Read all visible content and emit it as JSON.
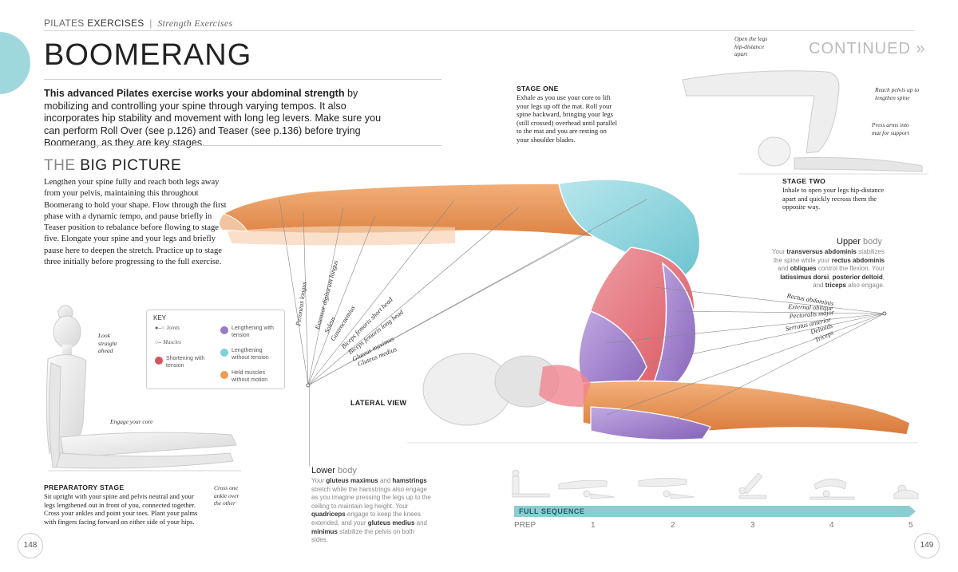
{
  "header": {
    "section_light": "PILATES",
    "section_bold": "EXERCISES",
    "separator": "|",
    "subsection": "Strength Exercises"
  },
  "title": "BOOMERANG",
  "continued": "CONTINUED »",
  "intro": {
    "bold": "This advanced Pilates exercise works your abdominal strength",
    "rest": " by mobilizing and controlling your spine through varying tempos. It also incorporates hip stability and movement with long leg levers. Make sure you can perform Roll Over (see p.126) and Teaser (see p.136) before trying Boomerang, as they are key stages."
  },
  "big_picture": {
    "title_light": "THE",
    "title_dark": "BIG PICTURE",
    "body": "Lengthen your spine fully and reach both legs away from your pelvis, maintaining this throughout Boomerang to hold your shape. Flow through the first phase with a dynamic tempo, and pause briefly in Teaser position to rebalance before flowing to stage five. Elongate your spine and your legs and briefly pause here to deepen the stretch. Practice up to stage three initially before progressing to the full exercise."
  },
  "key": {
    "title": "KEY",
    "joints": "Joints",
    "muscles": "Muscles",
    "shortening": "Shortening with tension",
    "lengthening_tension": "Lengthening with tension",
    "lengthening_no_tension": "Lengthening without tension",
    "held": "Held muscles without motion",
    "colors": {
      "shortening": "#d9535d",
      "lengthening_tension": "#9a7bc6",
      "lengthening_no_tension": "#7fd0dc",
      "held": "#ef9a55"
    }
  },
  "preparatory": {
    "look": "Look straight ahead",
    "engage": "Engage your core",
    "cross": "Cross one ankle over the other",
    "heading": "PREPARATORY STAGE",
    "body": "Sit upright with your spine and pelvis neutral and your legs lengthened out in front of you, connected together. Cross your ankles and point your toes. Plant your palms with fingers facing forward on either side of your hips."
  },
  "stage_one": {
    "heading": "STAGE ONE",
    "body": "Exhale as you use your core to lift your legs up off the mat. Roll your spine backward, bringing your legs (still crossed) overhead until parallel to the mat and you are resting on your shoulder blades."
  },
  "stage_two": {
    "open": "Open the legs hip-distance apart",
    "reach": "Reach pelvis up to lengthen spine",
    "press": "Press arms into mat for support",
    "heading": "STAGE TWO",
    "body": "Inhale to open your legs hip-distance apart and quickly recross them the opposite way."
  },
  "upper_body": {
    "title_dark": "Upper",
    "title_light": " body",
    "t1": "Your ",
    "b1": "transversus abdominis",
    "t2": " stabilizes the spine while your ",
    "b2": "rectus abdominis",
    "t3": " and ",
    "b3": "obliques",
    "t4": " control the flexion. Your ",
    "b4": "latissimus dorsi",
    "t5": ", ",
    "b5": "posterior deltoid",
    "t6": ", and ",
    "b6": "triceps",
    "t7": " also engage."
  },
  "upper_muscles": [
    "Rectus abdominis",
    "External oblique",
    "Pectoralis major",
    "Serratus anterior",
    "Deltoids",
    "Triceps"
  ],
  "lower_muscles": [
    "Peroneus longus",
    "Extensor digitorum longus",
    "Soleus",
    "Gastrocnemius",
    "Biceps femoris short head",
    "Biceps femoris long head",
    "Gluteus maximus",
    "Gluteus medius"
  ],
  "lateral_view": "LATERAL VIEW",
  "lower_body": {
    "title_dark": "Lower",
    "title_light": " body",
    "t1": "Your ",
    "b1": "gluteus maximus",
    "t2": " and ",
    "b2": "hamstrings",
    "t3": " stretch while the hamstrings also engage as you imagine pressing the legs up to the ceiling to maintain leg height. Your ",
    "b3": "quadriceps",
    "t4": " engage to keep the knees extended, and your ",
    "b4": "gluteus medius",
    "t5": " and ",
    "b5": "minimus",
    "t6": " stabilize the pelvis on both sides."
  },
  "sequence": {
    "label": "FULL SEQUENCE",
    "steps": [
      "PREP",
      "1",
      "2",
      "3",
      "4",
      "5"
    ]
  },
  "pages": {
    "left": "148",
    "right": "149"
  }
}
